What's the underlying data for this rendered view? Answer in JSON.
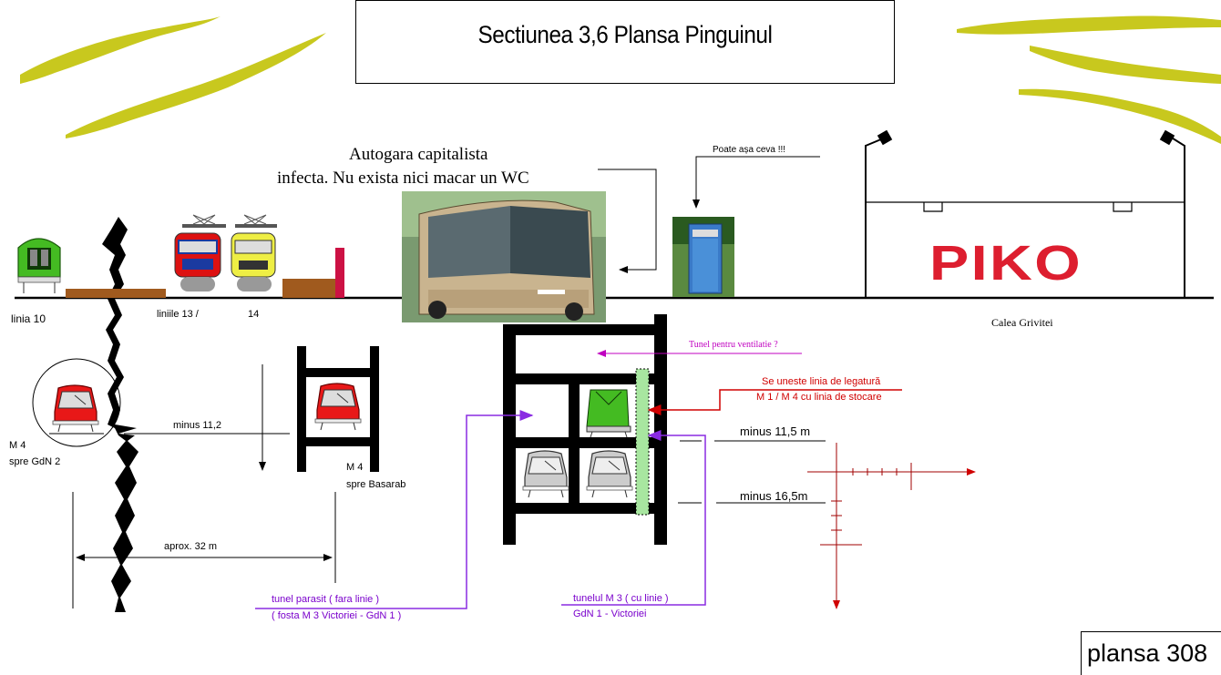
{
  "title": "Sectiunea  3,6  Plansa Pinguinul",
  "plansa": "plansa  308",
  "autogara": {
    "line1": "Autogara capitalista",
    "line2": "infecta. Nu exista nici macar un WC"
  },
  "poate": "Poate  așa  ceva  !!!",
  "piko": "PIKO",
  "calea": "Calea    Grivitei",
  "linia10": "linia  10",
  "liniile_13": "liniile  13    /",
  "liniile_14": "14",
  "tunel_ventilatie": "Tunel  pentru ventilatie ?",
  "se_uneste": {
    "line1": "Se uneste linia de legatură",
    "line2": "M 1 / M 4 cu linia de stocare"
  },
  "minus_11_2": "minus   11,2",
  "minus_11_5": "minus   11,5 m",
  "minus_16_5": "minus   16,5m",
  "m4_gdn2": {
    "line1": "M 4",
    "line2": "spre    GdN 2"
  },
  "m4_basarab": {
    "line1": "M 4",
    "line2": "spre Basarab"
  },
  "aprox": "aprox.   32  m",
  "tunel_parasit": {
    "line1": "tunel  parasit   ( fara linie )",
    "line2": "( fosta M 3 Victoriei - GdN 1 )"
  },
  "tunel_m3": {
    "line1": "tunelul M 3   ( cu linie )",
    "line2": "GdN 1 - Victoriei"
  },
  "colors": {
    "red": "#d00000",
    "purple": "#8a2be2",
    "magenta": "#c000c0",
    "olive": "#c8c81e",
    "piko_red": "#dd1e2f",
    "tram_red": "#dd1111",
    "tram_yellow": "#eeee44",
    "green_train": "#44bb22",
    "brown": "#a05a1e"
  },
  "icons": [
    "bus-photo",
    "portable-toilet-photo",
    "street-lamp-icon",
    "tram-icon",
    "metro-train-icon",
    "locomotive-icon"
  ]
}
